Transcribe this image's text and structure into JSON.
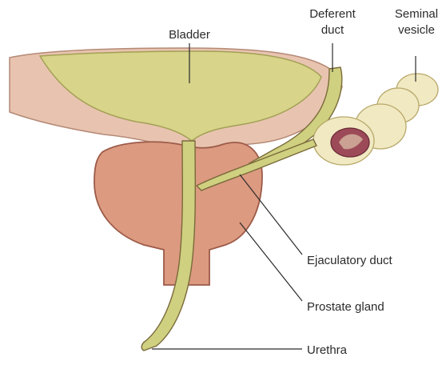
{
  "labels": {
    "bladder": "Bladder",
    "deferent_duct_line1": "Deferent",
    "deferent_duct_line2": "duct",
    "seminal_vesicle_line1": "Seminal",
    "seminal_vesicle_line2": "vesicle",
    "ejaculatory_duct": "Ejaculatory duct",
    "prostate_gland": "Prostate gland",
    "urethra": "Urethra"
  },
  "colors": {
    "bladder_wall": "#e8c4b0",
    "bladder_lumen": "#d8d48a",
    "prostate": "#dc9a80",
    "prostate_outline": "#9c5a48",
    "duct": "#cfd080",
    "vesicle": "#f0e9c2",
    "vesicle_core": "#9c4a58",
    "outline": "#7a6a3a"
  }
}
